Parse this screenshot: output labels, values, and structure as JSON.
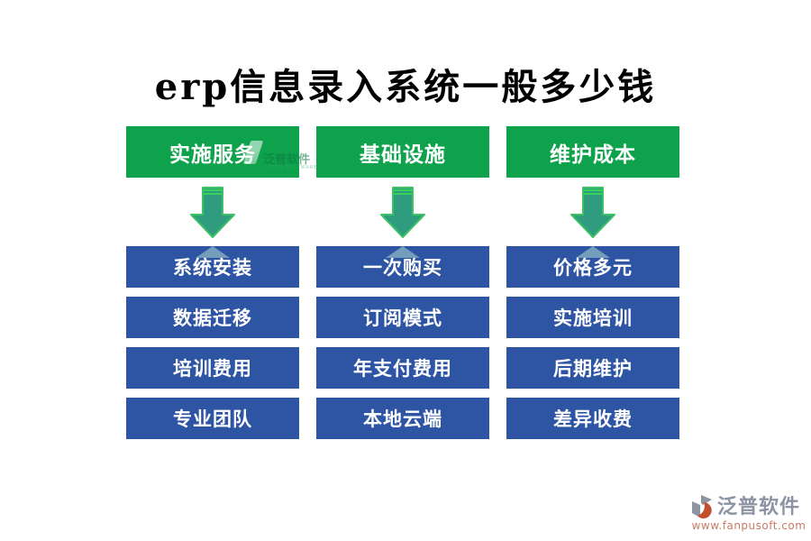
{
  "title": "erp信息录入系统一般多少钱",
  "columns": [
    {
      "header": "实施服务",
      "items": [
        "系统安装",
        "数据迁移",
        "培训费用",
        "专业团队"
      ]
    },
    {
      "header": "基础设施",
      "items": [
        "一次购买",
        "订阅模式",
        "年支付费用",
        "本地云端"
      ]
    },
    {
      "header": "维护成本",
      "items": [
        "价格多元",
        "实施培训",
        "后期维护",
        "差异收费"
      ]
    }
  ],
  "watermark": {
    "text": "泛普软件",
    "subtext": "FANPU SOFTWARE"
  },
  "footer": {
    "brand": "泛普软件",
    "url": "www.fanpusoft.com"
  },
  "colors": {
    "header_green": "#0fa24c",
    "item_blue": "#2e55a4",
    "arrow_fill": "#2f9c80",
    "arrow_stroke": "#3cc163",
    "title_text": "#000000",
    "box_text": "#ffffff",
    "footer_brand": "#8c93a2",
    "footer_url": "#c97b65",
    "background": "#ffffff"
  }
}
